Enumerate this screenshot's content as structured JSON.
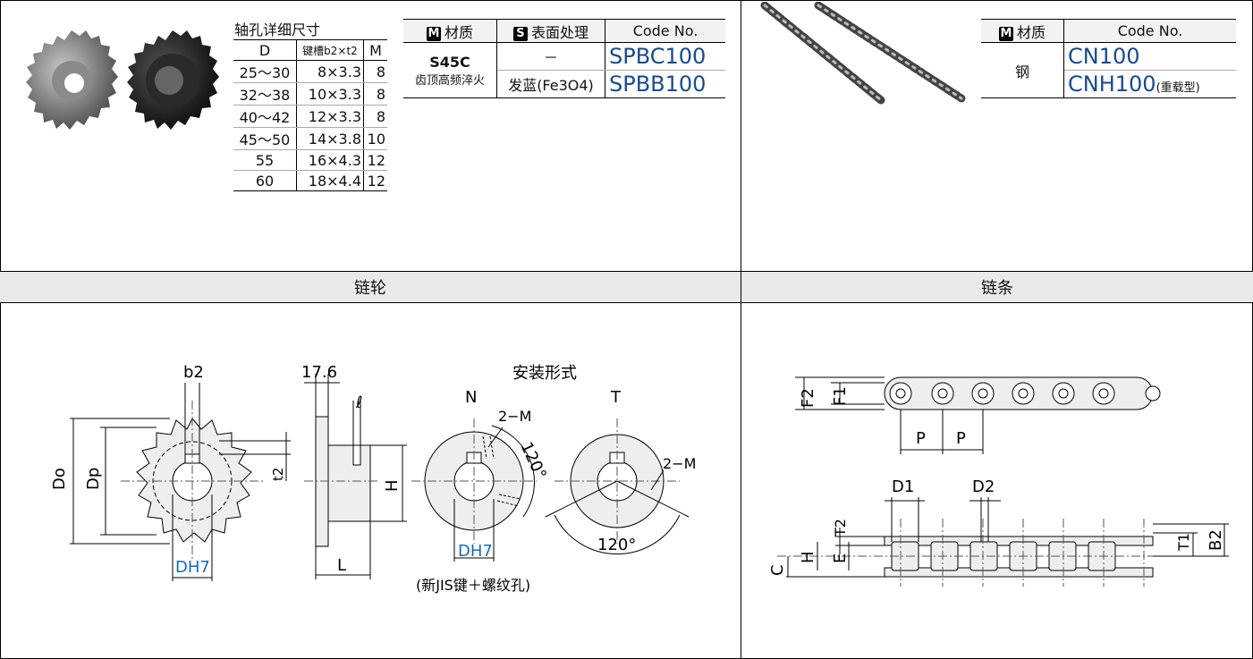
{
  "left_section": {
    "header": "链轮",
    "dim_table": {
      "title": "轴孔详细尺寸",
      "headers": [
        "D",
        "键槽b2×t2",
        "M"
      ],
      "rows": [
        [
          "25～30",
          "8×3.3",
          "8"
        ],
        [
          "32～38",
          "10×3.3",
          "8"
        ],
        [
          "40～42",
          "12×3.3",
          "8"
        ],
        [
          "45～50",
          "14×3.8",
          "10"
        ],
        [
          "55",
          "16×4.3",
          "12"
        ],
        [
          "60",
          "18×4.4",
          "12"
        ]
      ]
    },
    "mat_table": {
      "badge_m": "M",
      "badge_s": "S",
      "header_material": "材质",
      "header_surface": "表面处理",
      "header_code": "Code No.",
      "material_main": "S45C",
      "material_sub": "齿顶高频淬火",
      "rows": [
        {
          "surface": "－",
          "code": "SPBC100"
        },
        {
          "surface": "发蓝(Fe3O4)",
          "code": "SPBB100"
        }
      ]
    },
    "drawing": {
      "b2": "b2",
      "do": "Do",
      "dp": "Dp",
      "t2": "t2",
      "dh7": "DH7",
      "w176": "17.6",
      "ell": "ℓ",
      "h": "H",
      "l": "L",
      "mount_title": "安装形式",
      "n": "N",
      "t": "T",
      "m2": "2−M",
      "a120": "120°",
      "note": "(新JIS键＋螺纹孔)"
    }
  },
  "right_section": {
    "header": "链条",
    "mat_table": {
      "badge_m": "M",
      "header_material": "材质",
      "header_code": "Code No.",
      "material": "钢",
      "code1": "CN100",
      "code2": "CNH100",
      "code2_note": "(重载型)"
    },
    "drawing": {
      "f2": "F2",
      "f1": "F1",
      "p": "P",
      "d1": "D1",
      "d2": "D2",
      "t2": "T2",
      "h": "H",
      "e": "E",
      "c": "C",
      "t1": "T1",
      "b2": "B2"
    }
  }
}
